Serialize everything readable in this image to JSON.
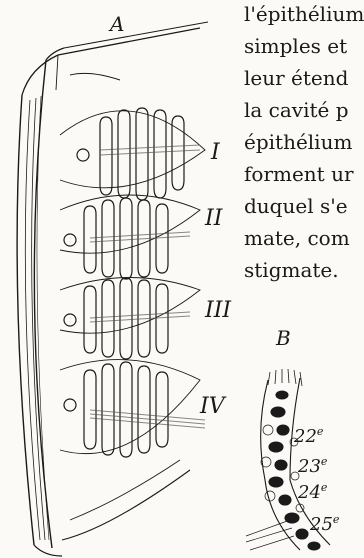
{
  "figure": {
    "panel_a_label": "A",
    "panel_b_label": "B",
    "segment_labels": [
      "I",
      "II",
      "III",
      "IV"
    ],
    "b_labels": [
      {
        "num": "22",
        "sup": "e"
      },
      {
        "num": "23",
        "sup": "e"
      },
      {
        "num": "24",
        "sup": "e"
      },
      {
        "num": "25",
        "sup": "e"
      }
    ]
  },
  "text_lines": [
    "l'épithélium",
    "simples et",
    "leur étend",
    "la cavité p",
    "épithélium",
    "forment ur",
    "duquel s'e",
    "mate, com",
    "stigmate."
  ]
}
